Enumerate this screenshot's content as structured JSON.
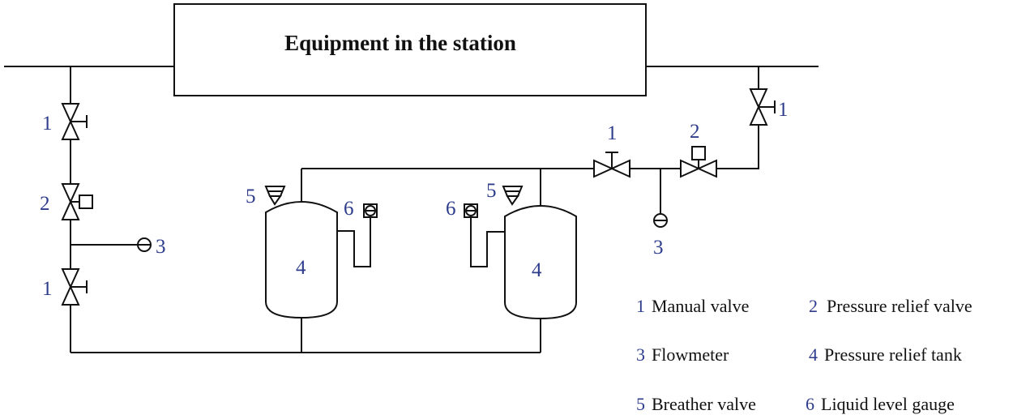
{
  "diagram": {
    "title": "Equipment in the station",
    "num_color": "#2e3c8c",
    "line_color": "#111111",
    "labels": {
      "left_valve_top": "1",
      "left_valve_mid": "2",
      "left_flowmeter": "3",
      "left_valve_bottom": "1",
      "tank1_breather": "5",
      "tank1_gauge": "6",
      "tank1": "4",
      "tank2_gauge": "6",
      "tank2_breather": "5",
      "tank2": "4",
      "right_manual_valve": "1",
      "right_relief_valve": "2",
      "right_flowmeter": "3",
      "right_top_valve": "1"
    }
  },
  "legend": {
    "items": [
      {
        "num": "1",
        "text": "Manual valve"
      },
      {
        "num": "2",
        "text": "Pressure relief valve"
      },
      {
        "num": "3",
        "text": "Flowmeter"
      },
      {
        "num": "4",
        "text": "Pressure relief tank"
      },
      {
        "num": "5",
        "text": "Breather valve"
      },
      {
        "num": "6",
        "text": "Liquid level gauge"
      }
    ]
  }
}
